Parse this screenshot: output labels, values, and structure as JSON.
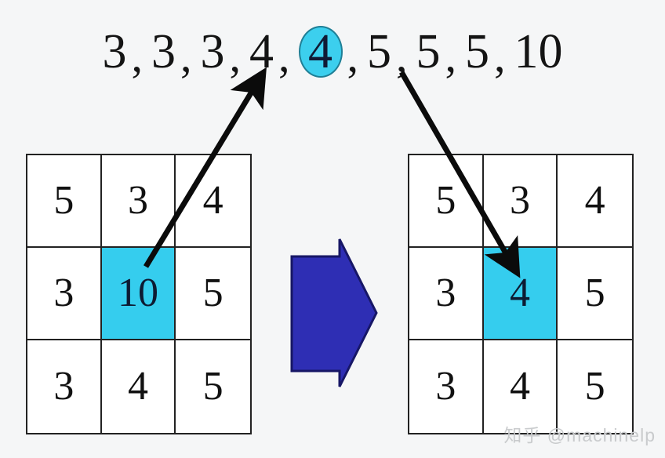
{
  "colors": {
    "background": "#f5f6f7",
    "highlight_cyan": "#35cdee",
    "highlight_outline": "#1f7f96",
    "block_arrow_blue": "#2e2eb4",
    "block_arrow_outline": "#171766",
    "grid_line": "#222222",
    "text": "#111111",
    "watermark": "#c9cbcd"
  },
  "sequence": {
    "label": "sorted-neighborhood-values",
    "separator": ",",
    "items": [
      {
        "value": "3",
        "highlighted": false
      },
      {
        "value": "3",
        "highlighted": false
      },
      {
        "value": "3",
        "highlighted": false
      },
      {
        "value": "4",
        "highlighted": false
      },
      {
        "value": "4",
        "highlighted": true
      },
      {
        "value": "5",
        "highlighted": false
      },
      {
        "value": "5",
        "highlighted": false
      },
      {
        "value": "5",
        "highlighted": false
      },
      {
        "value": "10",
        "highlighted": false
      }
    ]
  },
  "grids": {
    "left": {
      "name": "input-pixel-grid",
      "rows": [
        [
          {
            "value": "5",
            "highlighted": false
          },
          {
            "value": "3",
            "highlighted": false
          },
          {
            "value": "4",
            "highlighted": false
          }
        ],
        [
          {
            "value": "3",
            "highlighted": false
          },
          {
            "value": "10",
            "highlighted": true
          },
          {
            "value": "5",
            "highlighted": false
          }
        ],
        [
          {
            "value": "3",
            "highlighted": false
          },
          {
            "value": "4",
            "highlighted": false
          },
          {
            "value": "5",
            "highlighted": false
          }
        ]
      ]
    },
    "right": {
      "name": "output-pixel-grid",
      "rows": [
        [
          {
            "value": "5",
            "highlighted": false
          },
          {
            "value": "3",
            "highlighted": false
          },
          {
            "value": "4",
            "highlighted": false
          }
        ],
        [
          {
            "value": "3",
            "highlighted": false
          },
          {
            "value": "4",
            "highlighted": true
          },
          {
            "value": "5",
            "highlighted": false
          }
        ],
        [
          {
            "value": "3",
            "highlighted": false
          },
          {
            "value": "4",
            "highlighted": false
          },
          {
            "value": "5",
            "highlighted": false
          }
        ]
      ]
    }
  },
  "block_arrow": {
    "name": "transform-arrow",
    "direction": "right"
  },
  "annotation_arrows": [
    {
      "name": "arrow-center-value-to-sequence",
      "direction": "up-right",
      "from": "left-grid-center-cell",
      "to": "sequence"
    },
    {
      "name": "arrow-median-to-output-center",
      "direction": "down-right",
      "from": "sequence-median",
      "to": "right-grid-center-cell"
    }
  ],
  "watermark": {
    "text": "知乎 @machinelp"
  }
}
